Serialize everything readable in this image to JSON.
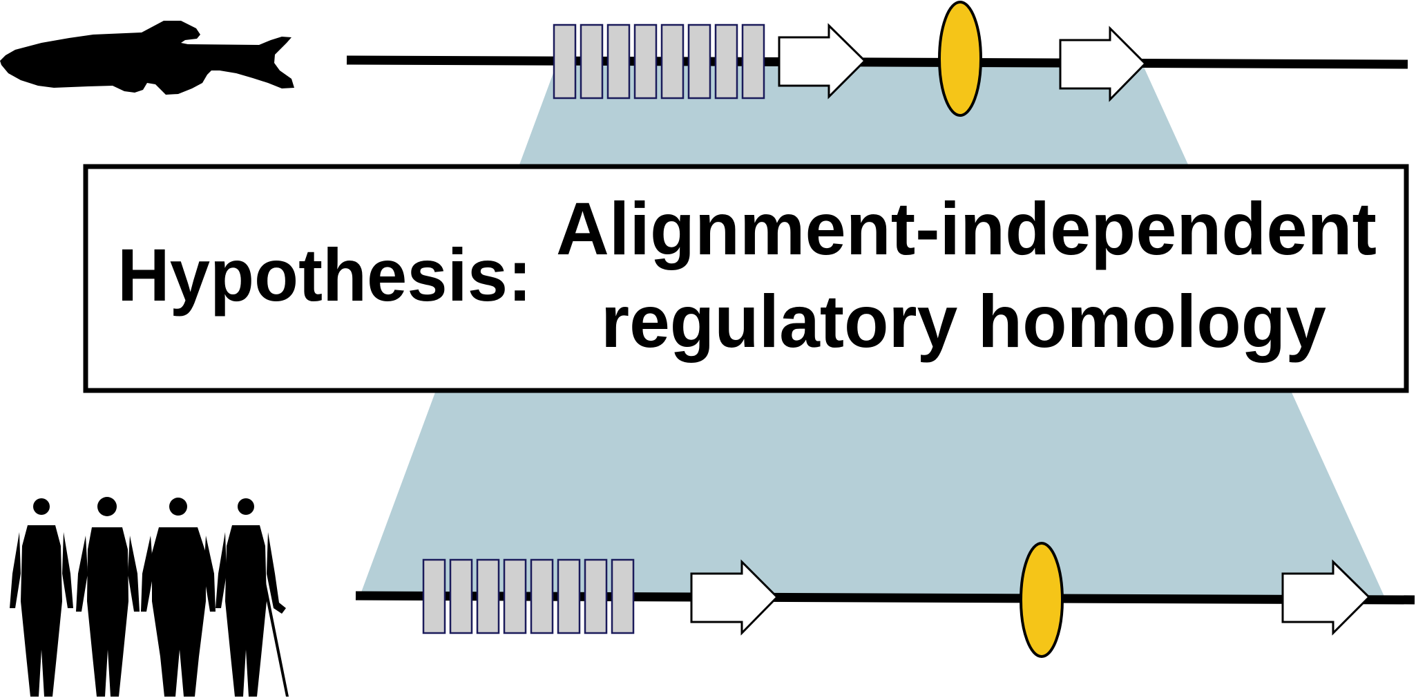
{
  "hypothesis": {
    "label": "Hypothesis:",
    "line1": "Alignment-independent",
    "line2": "regulatory homology"
  },
  "organisms": {
    "top": "fish-silhouette",
    "bottom": "human-silhouettes"
  },
  "loci": {
    "top": {
      "repeat_boxes": 8,
      "arrows": 2,
      "ellipses": 1
    },
    "bottom": {
      "repeat_boxes": 8,
      "arrows": 2,
      "ellipses": 1
    }
  },
  "colors": {
    "homology_band": "#b5cfd7",
    "repeat_box_fill": "#d0d0d0",
    "repeat_box_stroke": "#1a1a5a",
    "element": "#f5c518",
    "line": "#000000"
  }
}
